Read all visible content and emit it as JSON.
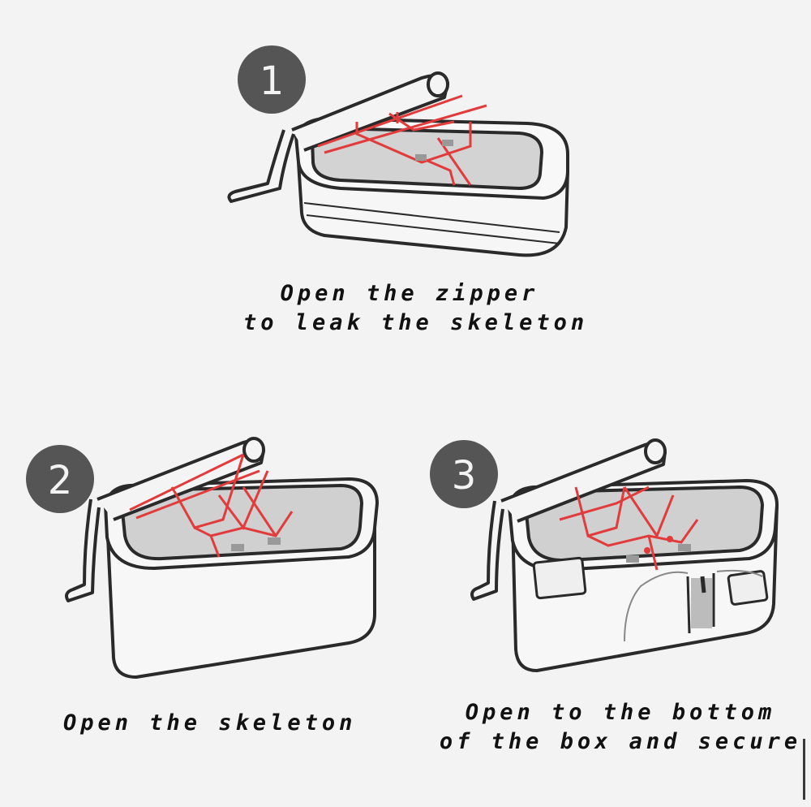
{
  "steps": [
    {
      "number": "1",
      "caption_line1": "Open the zipper",
      "caption_line2": "to leak the skeleton"
    },
    {
      "number": "2",
      "caption_line1": "Open the skeleton"
    },
    {
      "number": "3",
      "caption_line1": "Open to the bottom",
      "caption_line2": "of the box and secure"
    }
  ],
  "colors": {
    "background": "#f4f3f3",
    "outline": "#2a2a2a",
    "frame": "#e23b3b",
    "badge": "#555555",
    "window": "#cfcfcf"
  }
}
